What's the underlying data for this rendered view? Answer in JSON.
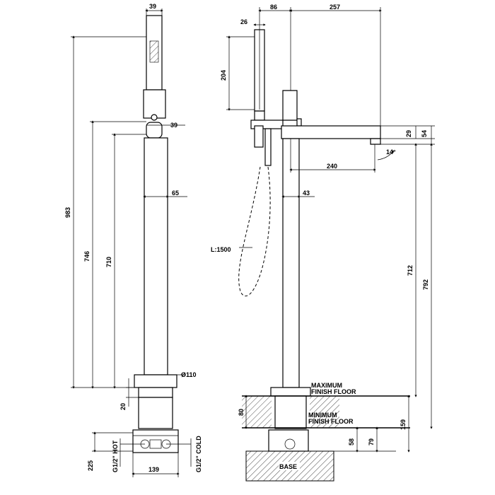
{
  "front_view": {
    "dims": {
      "top_width": "39",
      "total_height": "983",
      "height_746": "746",
      "height_710": "710",
      "lever_width": "39",
      "column_width": "65",
      "base_dia": "Ø110",
      "ring_height": "20",
      "bottom_225": "225",
      "hot_label": "G1/2\" HOT",
      "cold_label": "G1/2\" COLD",
      "base_width": "139"
    }
  },
  "side_view": {
    "dims": {
      "offset_86": "86",
      "spout_257": "257",
      "handset_26": "26",
      "handset_204": "204",
      "spout_29": "29",
      "spout_54": "54",
      "angle": "14°",
      "reach_240": "240",
      "column_43": "43",
      "hose": "L:1500",
      "height_712": "712",
      "height_792": "792",
      "max_floor_1": "MAXIMUM",
      "max_floor_2": "FINISH FLOOR",
      "min_floor_1": "MINIMUM",
      "min_floor_2": "FINISH FLOOR",
      "depth_80": "80",
      "depth_159": "159",
      "depth_58": "58",
      "depth_79": "79",
      "base_label": "BASE"
    }
  }
}
